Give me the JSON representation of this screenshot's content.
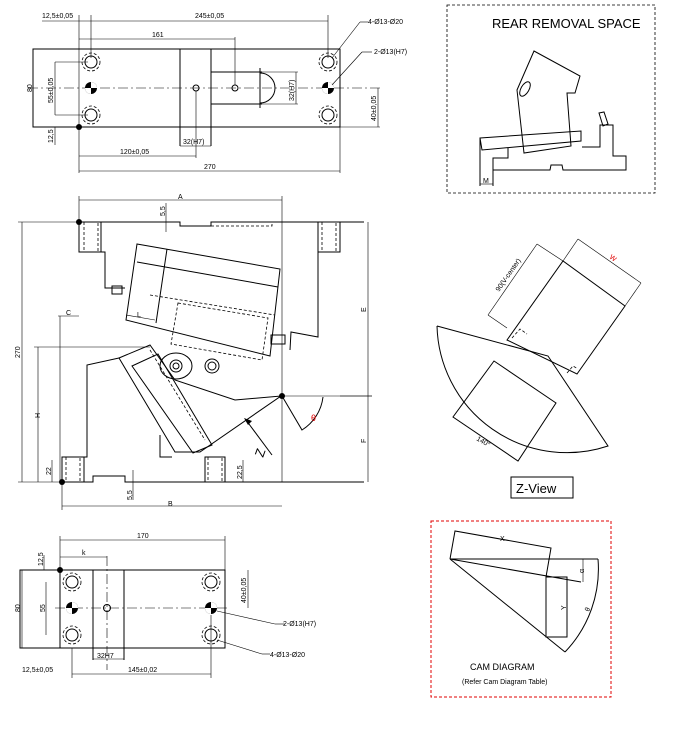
{
  "top_view": {
    "dims": [
      "12,5±0,05",
      "245±0,05",
      "161",
      "80",
      "55±0,05",
      "12,5",
      "32(H7)",
      "32(H7)",
      "120±0,05",
      "270",
      "40±0,05"
    ],
    "callouts": [
      "4-Ø13-Ø20",
      "2-Ø13(H7)"
    ]
  },
  "rear_removal": {
    "title": "REAR REMOVAL SPACE",
    "dim": "M"
  },
  "front_view": {
    "dims": {
      "a": "A",
      "b": "B",
      "c": "C",
      "e": "E",
      "f": "F",
      "h": "H",
      "l": "L",
      "total": "270",
      "top_gap": "5,5",
      "bottom_gap": "5,5",
      "left_h": "22",
      "right_h": "22,5"
    },
    "view_arrow": "Z",
    "angle": "θ"
  },
  "z_view": {
    "dim_center": "90(V-center)",
    "dim_w": "W",
    "angle": "140°",
    "label": "Z-View"
  },
  "bottom_view": {
    "dims": [
      "170",
      "k",
      "12,5",
      "80",
      "55",
      "40±0,05",
      "32H7",
      "12,5±0,05",
      "145±0,02"
    ],
    "callouts": [
      "2-Ø13(H7)",
      "4-Ø13-Ø20"
    ]
  },
  "cam_diagram": {
    "x": "X",
    "y": "Y",
    "alpha": "α",
    "theta": "θ",
    "title": "CAM DIAGRAM",
    "subtitle": "(Refer Cam Diagram Table)"
  },
  "colors": {
    "accent_red": "#e00000"
  }
}
